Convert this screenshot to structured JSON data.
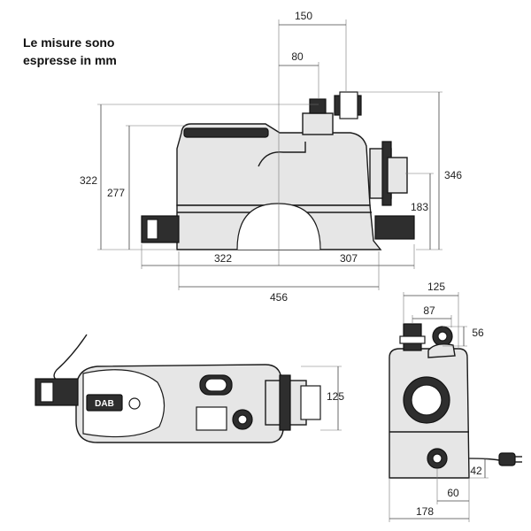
{
  "note": {
    "line1": "Le misure sono",
    "line2": "espresse in mm"
  },
  "front_view": {
    "dim_150": "150",
    "dim_80": "80",
    "dim_322_height": "322",
    "dim_277": "277",
    "dim_346": "346",
    "dim_183": "183",
    "dim_322_left": "322",
    "dim_307": "307",
    "dim_456": "456"
  },
  "top_view": {
    "dim_125": "125",
    "brand": "DAB"
  },
  "side_view": {
    "dim_125": "125",
    "dim_87": "87",
    "dim_56": "56",
    "dim_42": "42",
    "dim_60": "60",
    "dim_178": "178"
  }
}
